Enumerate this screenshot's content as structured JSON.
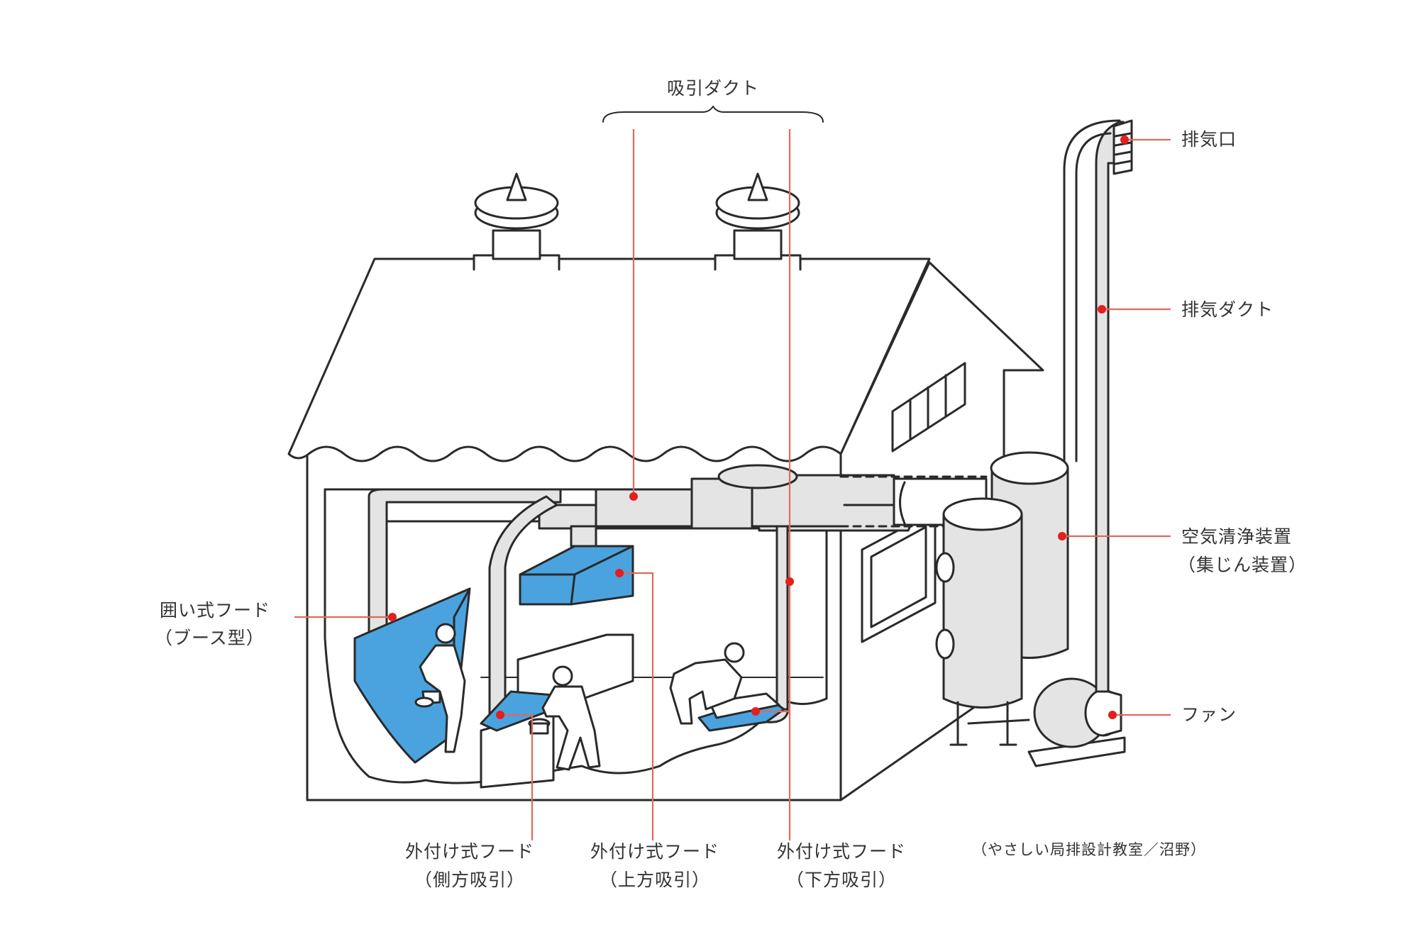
{
  "labels": {
    "suction_duct": "吸引ダクト",
    "exhaust_port": "排気口",
    "exhaust_duct": "排気ダクト",
    "air_cleaner_1": "空気清浄装置",
    "air_cleaner_2": "（集じん装置）",
    "fan": "ファン",
    "enclosure_hood_1": "囲い式フード",
    "enclosure_hood_2": "（ブース型）",
    "ext_hood_side_1": "外付け式フード",
    "ext_hood_side_2": "（側方吸引）",
    "ext_hood_top_1": "外付け式フード",
    "ext_hood_top_2": "（上方吸引）",
    "ext_hood_bottom_1": "外付け式フード",
    "ext_hood_bottom_2": "（下方吸引）",
    "credit": "（やさしい局排設計教室／沼野）"
  },
  "colors": {
    "line": "#2a2a2a",
    "hood_blue": "#4aa3df",
    "duct_gray": "#e4e4e4",
    "leader_red": "#e06a5a",
    "dot_red": "#e51e1e"
  }
}
